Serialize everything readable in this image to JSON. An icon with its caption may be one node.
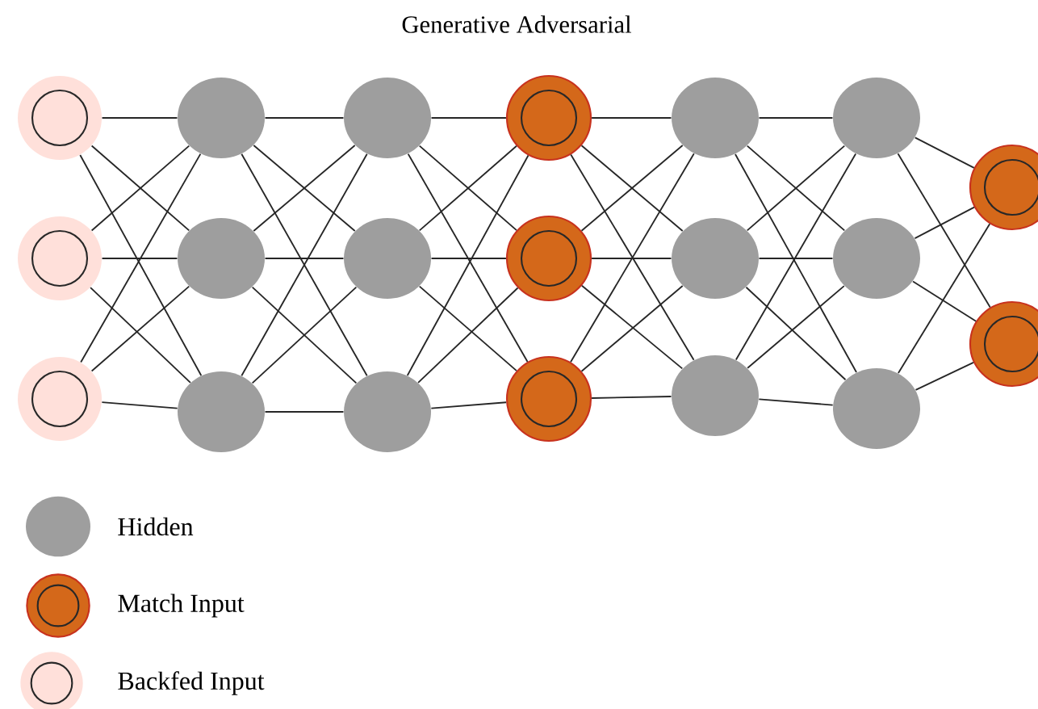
{
  "diagram": {
    "title": "Generative Adversarial",
    "nodes": [
      {
        "text": [],
        "shape": "ring"
      },
      {
        "text": [],
        "shape": "ring"
      },
      {
        "text": [],
        "shape": "ring"
      },
      {
        "text": [],
        "shape": "circle"
      },
      {
        "text": [],
        "shape": "circle"
      },
      {
        "text": [],
        "shape": "circle"
      },
      {
        "text": [],
        "shape": "circle"
      },
      {
        "text": [],
        "shape": "circle"
      },
      {
        "text": [],
        "shape": "circle"
      },
      {
        "text": [],
        "shape": "target"
      },
      {
        "text": [],
        "shape": "target"
      },
      {
        "text": [],
        "shape": "target"
      },
      {
        "text": [],
        "shape": "circle"
      },
      {
        "text": [],
        "shape": "circle"
      },
      {
        "text": [],
        "shape": "circle"
      },
      {
        "text": [],
        "shape": "circle"
      },
      {
        "text": [],
        "shape": "circle"
      },
      {
        "text": [],
        "shape": "circle"
      },
      {
        "text": [],
        "shape": "target"
      },
      {
        "text": [],
        "shape": "target"
      }
    ],
    "edges": [
      {
        "from": 0,
        "to": 3,
        "arrow": "none"
      },
      {
        "from": 0,
        "to": 4,
        "arrow": "none"
      },
      {
        "from": 0,
        "to": 5,
        "arrow": "none"
      },
      {
        "from": 1,
        "to": 3,
        "arrow": "none"
      },
      {
        "from": 1,
        "to": 4,
        "arrow": "none"
      },
      {
        "from": 1,
        "to": 5,
        "arrow": "none"
      },
      {
        "from": 2,
        "to": 3,
        "arrow": "none"
      },
      {
        "from": 2,
        "to": 4,
        "arrow": "none"
      },
      {
        "from": 2,
        "to": 5,
        "arrow": "none"
      },
      {
        "from": 3,
        "to": 6,
        "arrow": "none"
      },
      {
        "from": 3,
        "to": 7,
        "arrow": "none"
      },
      {
        "from": 3,
        "to": 8,
        "arrow": "none"
      },
      {
        "from": 4,
        "to": 6,
        "arrow": "none"
      },
      {
        "from": 4,
        "to": 7,
        "arrow": "none"
      },
      {
        "from": 4,
        "to": 8,
        "arrow": "none"
      },
      {
        "from": 5,
        "to": 6,
        "arrow": "none"
      },
      {
        "from": 5,
        "to": 7,
        "arrow": "none"
      },
      {
        "from": 5,
        "to": 8,
        "arrow": "none"
      },
      {
        "from": 6,
        "to": 9,
        "arrow": "none"
      },
      {
        "from": 6,
        "to": 10,
        "arrow": "none"
      },
      {
        "from": 6,
        "to": 11,
        "arrow": "none"
      },
      {
        "from": 7,
        "to": 9,
        "arrow": "none"
      },
      {
        "from": 7,
        "to": 10,
        "arrow": "none"
      },
      {
        "from": 7,
        "to": 11,
        "arrow": "none"
      },
      {
        "from": 8,
        "to": 9,
        "arrow": "none"
      },
      {
        "from": 8,
        "to": 10,
        "arrow": "none"
      },
      {
        "from": 8,
        "to": 11,
        "arrow": "none"
      },
      {
        "from": 9,
        "to": 12,
        "arrow": "none"
      },
      {
        "from": 9,
        "to": 13,
        "arrow": "none"
      },
      {
        "from": 9,
        "to": 14,
        "arrow": "none"
      },
      {
        "from": 10,
        "to": 12,
        "arrow": "none"
      },
      {
        "from": 10,
        "to": 13,
        "arrow": "none"
      },
      {
        "from": 10,
        "to": 14,
        "arrow": "none"
      },
      {
        "from": 11,
        "to": 12,
        "arrow": "none"
      },
      {
        "from": 11,
        "to": 13,
        "arrow": "none"
      },
      {
        "from": 11,
        "to": 14,
        "arrow": "none"
      },
      {
        "from": 12,
        "to": 15,
        "arrow": "none"
      },
      {
        "from": 12,
        "to": 16,
        "arrow": "none"
      },
      {
        "from": 12,
        "to": 17,
        "arrow": "none"
      },
      {
        "from": 13,
        "to": 15,
        "arrow": "none"
      },
      {
        "from": 13,
        "to": 16,
        "arrow": "none"
      },
      {
        "from": 13,
        "to": 17,
        "arrow": "none"
      },
      {
        "from": 14,
        "to": 15,
        "arrow": "none"
      },
      {
        "from": 14,
        "to": 16,
        "arrow": "none"
      },
      {
        "from": 14,
        "to": 17,
        "arrow": "none"
      },
      {
        "from": 15,
        "to": 18,
        "arrow": "none"
      },
      {
        "from": 15,
        "to": 19,
        "arrow": "none"
      },
      {
        "from": 16,
        "to": 18,
        "arrow": "none"
      },
      {
        "from": 16,
        "to": 19,
        "arrow": "none"
      },
      {
        "from": 17,
        "to": 18,
        "arrow": "none"
      },
      {
        "from": 17,
        "to": 19,
        "arrow": "none"
      }
    ],
    "legend": [
      {
        "text": "Hidden"
      },
      {
        "text": "Match Input"
      },
      {
        "text": "Backfed Input"
      }
    ]
  }
}
